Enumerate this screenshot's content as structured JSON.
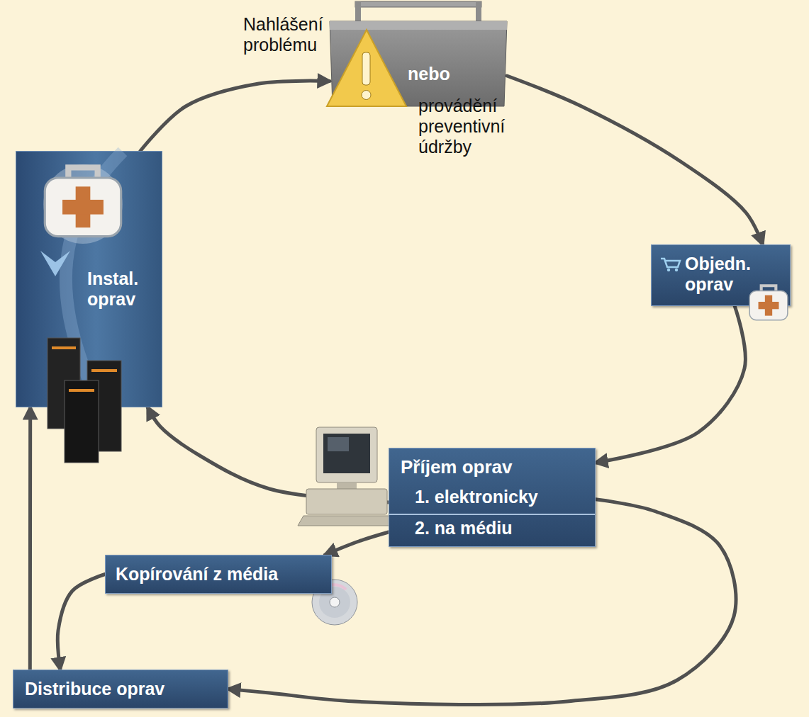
{
  "diagram": {
    "nodes": [
      {
        "text": [
          "Nahlášení problému",
          "nebo",
          "provádění preventivní údržby"
        ]
      },
      {
        "text": [
          "Objedn. oprav"
        ]
      },
      {
        "text": [
          "Příjem oprav",
          "1. elektronicky",
          "2. na médiu"
        ]
      },
      {
        "text": [
          "Kopírování z média"
        ]
      },
      {
        "text": [
          "Distribuce oprav"
        ]
      },
      {
        "text": [
          "Instal. oprav"
        ]
      }
    ],
    "edges": [
      {
        "from": 5,
        "to": 0,
        "arrow": "to"
      },
      {
        "from": 0,
        "to": 1,
        "arrow": "to"
      },
      {
        "from": 1,
        "to": 2,
        "arrow": "to"
      },
      {
        "from": 2,
        "to": 5,
        "arrow": "to"
      },
      {
        "from": 2,
        "to": 3,
        "arrow": "to"
      },
      {
        "from": 3,
        "to": 4,
        "arrow": "to"
      },
      {
        "from": 2,
        "to": 4,
        "arrow": "to"
      },
      {
        "from": 4,
        "to": 5,
        "arrow": "to"
      }
    ]
  }
}
